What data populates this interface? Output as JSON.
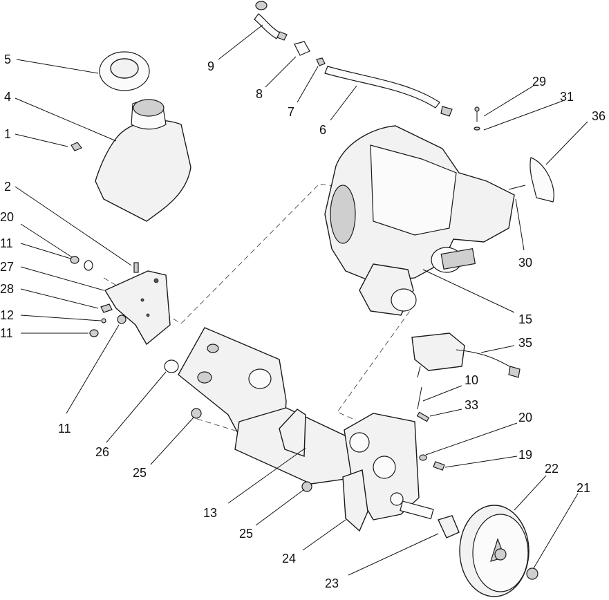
{
  "callouts": [
    {
      "id": "c1",
      "label": "1"
    },
    {
      "id": "c2",
      "label": "2"
    },
    {
      "id": "c4",
      "label": "4"
    },
    {
      "id": "c5",
      "label": "5"
    },
    {
      "id": "c6",
      "label": "6"
    },
    {
      "id": "c7",
      "label": "7"
    },
    {
      "id": "c8",
      "label": "8"
    },
    {
      "id": "c9",
      "label": "9"
    },
    {
      "id": "c10",
      "label": "10"
    },
    {
      "id": "c11a",
      "label": "11"
    },
    {
      "id": "c11b",
      "label": "11"
    },
    {
      "id": "c11c",
      "label": "11"
    },
    {
      "id": "c12",
      "label": "12"
    },
    {
      "id": "c13",
      "label": "13"
    },
    {
      "id": "c15",
      "label": "15"
    },
    {
      "id": "c19",
      "label": "19"
    },
    {
      "id": "c20a",
      "label": "20"
    },
    {
      "id": "c20b",
      "label": "20"
    },
    {
      "id": "c21",
      "label": "21"
    },
    {
      "id": "c22",
      "label": "22"
    },
    {
      "id": "c23",
      "label": "23"
    },
    {
      "id": "c24",
      "label": "24"
    },
    {
      "id": "c25a",
      "label": "25"
    },
    {
      "id": "c25b",
      "label": "25"
    },
    {
      "id": "c26",
      "label": "26"
    },
    {
      "id": "c27",
      "label": "27"
    },
    {
      "id": "c28",
      "label": "28"
    },
    {
      "id": "c29",
      "label": "29"
    },
    {
      "id": "c30",
      "label": "30"
    },
    {
      "id": "c31",
      "label": "31"
    },
    {
      "id": "c33",
      "label": "33"
    },
    {
      "id": "c35",
      "label": "35"
    },
    {
      "id": "c36",
      "label": "36"
    }
  ]
}
